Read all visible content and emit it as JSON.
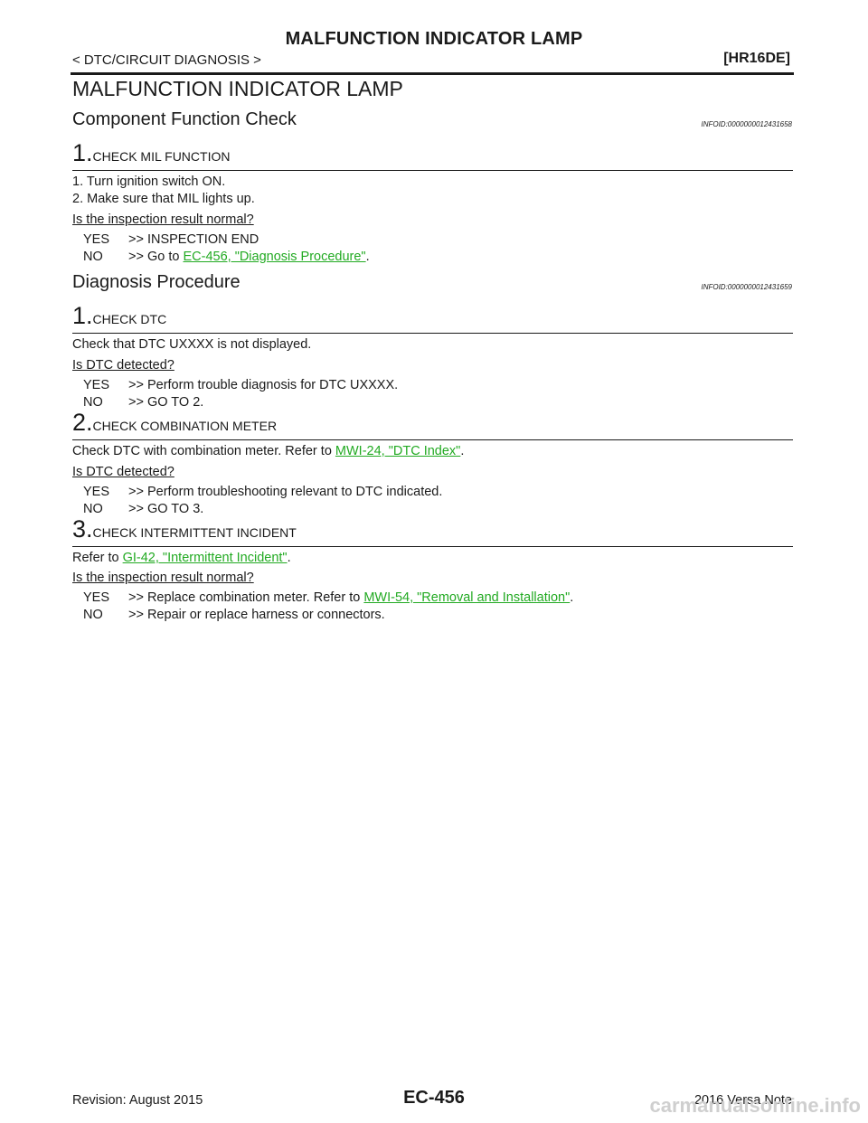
{
  "header": {
    "title": "MALFUNCTION INDICATOR LAMP",
    "breadcrumb": "< DTC/CIRCUIT DIAGNOSIS >",
    "engine": "[HR16DE]"
  },
  "page_heading": "MALFUNCTION INDICATOR LAMP",
  "section1": {
    "title": "Component Function Check",
    "infoid": "INFOID:0000000012431658",
    "step1": {
      "num": "1.",
      "title": "CHECK MIL FUNCTION",
      "line1": "1.   Turn ignition switch ON.",
      "line2": "2.   Make sure that MIL lights up.",
      "question": "Is the inspection result normal?",
      "yes_label": "YES",
      "yes_text": ">> INSPECTION END",
      "no_label": "NO",
      "no_pre": ">> Go to ",
      "no_link": "EC-456, \"Diagnosis Procedure\"",
      "no_post": "."
    }
  },
  "section2": {
    "title": "Diagnosis Procedure",
    "infoid": "INFOID:0000000012431659",
    "step1": {
      "num": "1.",
      "title": "CHECK DTC",
      "text": "Check that DTC UXXXX is not displayed.",
      "question": "Is DTC detected?",
      "yes_label": "YES",
      "yes_text": ">> Perform trouble diagnosis for DTC UXXXX.",
      "no_label": "NO",
      "no_text": ">> GO TO 2."
    },
    "step2": {
      "num": "2.",
      "title": "CHECK COMBINATION METER",
      "text_pre": "Check DTC with combination meter. Refer to ",
      "text_link": "MWI-24, \"DTC Index\"",
      "text_post": ".",
      "question": "Is DTC detected?",
      "yes_label": "YES",
      "yes_text": ">> Perform troubleshooting relevant to DTC indicated.",
      "no_label": "NO",
      "no_text": ">> GO TO 3."
    },
    "step3": {
      "num": "3.",
      "title": "CHECK INTERMITTENT INCIDENT",
      "text_pre": "Refer to ",
      "text_link": "GI-42, \"Intermittent Incident\"",
      "text_post": ".",
      "question": "Is the inspection result normal?",
      "yes_label": "YES",
      "yes_pre": ">> Replace combination meter. Refer to ",
      "yes_link": "MWI-54, \"Removal and Installation\"",
      "yes_post": ".",
      "no_label": "NO",
      "no_text": ">> Repair or replace harness or connectors."
    }
  },
  "footer": {
    "revision": "Revision: August 2015",
    "page_code": "EC-456",
    "model": "2016 Versa Note",
    "watermark": "carmanualsonline.info"
  },
  "colors": {
    "link": "#22aa22",
    "text": "#1a1a1a"
  }
}
